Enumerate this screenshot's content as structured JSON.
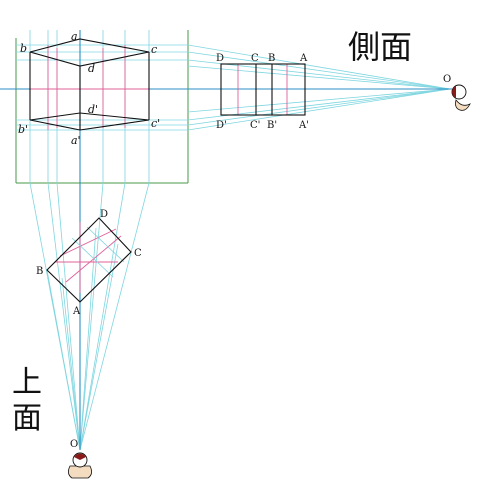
{
  "diagram": {
    "side_view_title": "側面",
    "top_view_title": [
      "上",
      "面"
    ],
    "colors": {
      "guide_cyan": "#7fd6e0",
      "axis_blue": "#2b8fc4",
      "frame_green": "#4a9a4a",
      "edge_black": "#111111",
      "accent_pink": "#e0609a",
      "accent_lavender": "#c8b8ec",
      "eye_red": "#8b1a1a",
      "skin": "#f4dcc0"
    },
    "front_view_labels": {
      "a": "a",
      "b": "b",
      "c": "c",
      "d": "d",
      "a_prime": "a'",
      "b_prime": "b'",
      "c_prime": "c'",
      "d_prime": "d'"
    },
    "side_view_labels": {
      "D": "D",
      "C": "C",
      "B": "B",
      "A": "A",
      "D_prime": "D'",
      "C_prime": "C'",
      "B_prime": "B'",
      "A_prime": "A'",
      "O": "O"
    },
    "top_view_labels": {
      "A": "A",
      "B": "B",
      "C": "C",
      "D": "D",
      "O": "O"
    }
  }
}
